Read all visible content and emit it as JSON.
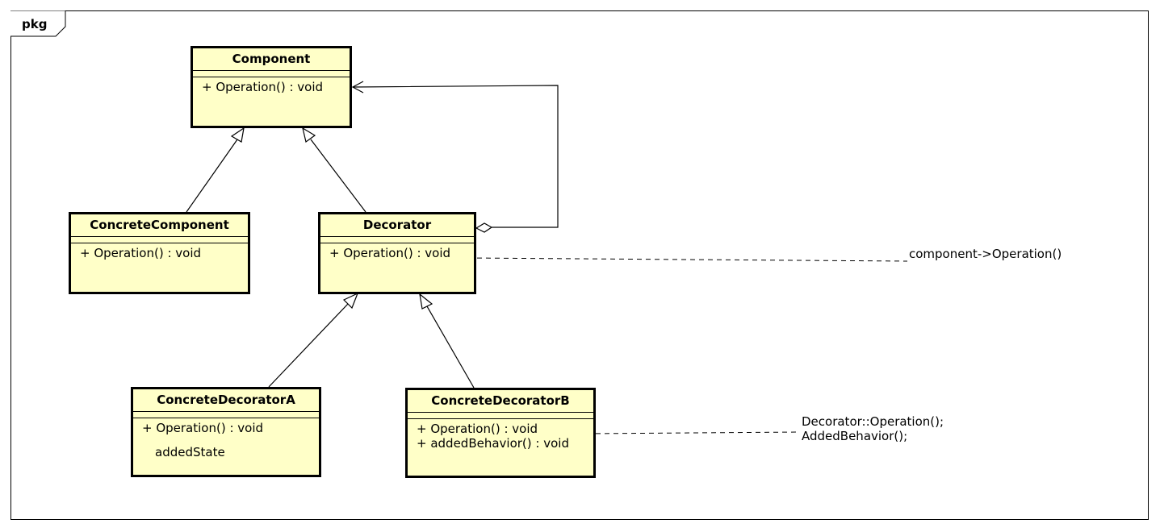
{
  "frame": {
    "label": "pkg"
  },
  "classes": {
    "component": {
      "name": "Component",
      "operations": [
        "+ Operation() : void"
      ]
    },
    "concrete_component": {
      "name": "ConcreteComponent",
      "operations": [
        "+ Operation() : void"
      ]
    },
    "decorator": {
      "name": "Decorator",
      "operations": [
        "+ Operation() : void"
      ]
    },
    "concrete_decorator_a": {
      "name": "ConcreteDecoratorA",
      "operations": [
        "+ Operation() : void"
      ],
      "attribute_text": "addedState"
    },
    "concrete_decorator_b": {
      "name": "ConcreteDecoratorB",
      "operations": [
        "+ Operation() : void",
        "+ addedBehavior() : void"
      ]
    }
  },
  "notes": {
    "decorator_note": {
      "lines": [
        "component->Operation()"
      ]
    },
    "concrete_b_note": {
      "lines": [
        "Decorator::Operation();",
        "AddedBehavior();"
      ]
    }
  },
  "colors": {
    "class_fill": "#ffffc8",
    "note_fill": "#ffcccc",
    "stroke": "#000000"
  }
}
